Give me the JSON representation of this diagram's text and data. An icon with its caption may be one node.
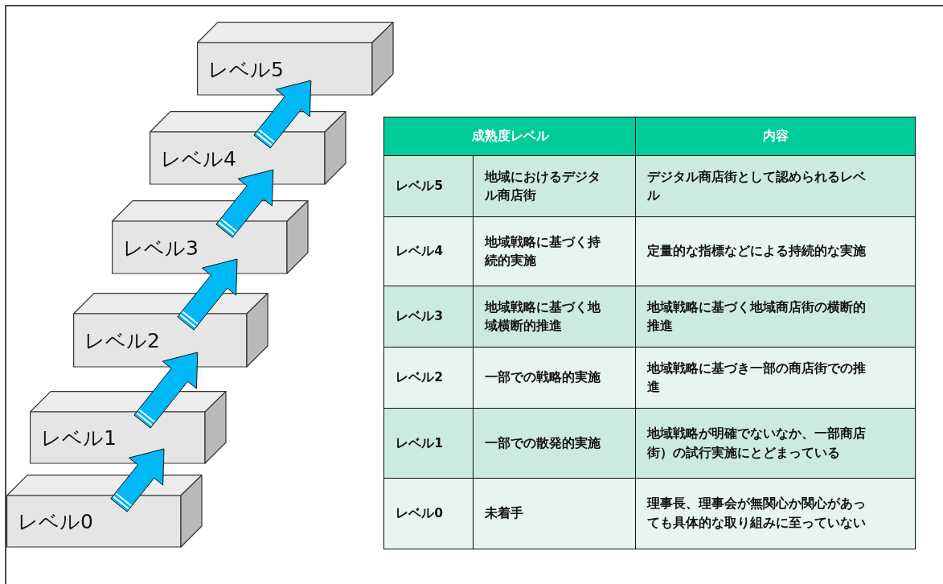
{
  "diagram": {
    "nodes": [
      {
        "text": [
          "レベル5"
        ]
      },
      {
        "text": [
          "レベル4"
        ]
      },
      {
        "text": [
          "レベル3"
        ]
      },
      {
        "text": [
          "レベル2"
        ]
      },
      {
        "text": [
          "レベル1"
        ]
      },
      {
        "text": [
          "レベル0"
        ]
      }
    ],
    "edges": [
      {
        "from": 5,
        "to": 4,
        "arrow": "to"
      },
      {
        "from": 4,
        "to": 3,
        "arrow": "to"
      },
      {
        "from": 3,
        "to": 2,
        "arrow": "to"
      },
      {
        "from": 2,
        "to": 1,
        "arrow": "to"
      },
      {
        "from": 1,
        "to": 0,
        "arrow": "to"
      }
    ],
    "labels": [
      "成熟度レベル",
      "内容",
      "レベル5",
      "地域におけるデジタル商店街",
      "デジタル商店街として認められるレベル",
      "レベル4",
      "地域戦略に基づく持続的実施",
      "定量的な指標などによる持続的な実施",
      "レベル3",
      "地域戦略に基づく地域横断的推進",
      "地域戦略に基づく地域商店街の横断的推進",
      "レベル2",
      "一部での戦略的実施",
      "地域戦略に基づき一部の商店街での推進",
      "レベル1",
      "一部での散発的実施",
      "地域戦略が明確でないなか、一部商店街）の試行実施にとどまっている",
      "レベル0",
      "未着手",
      "理事長、理事会が無関心か関心があっても具体的な取り組みに至っていない"
    ]
  }
}
